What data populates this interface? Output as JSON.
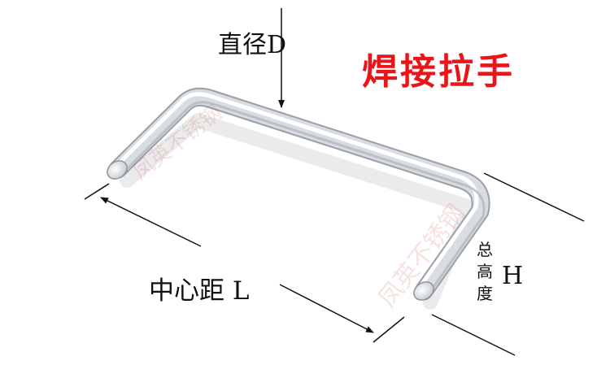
{
  "title": "焊接拉手",
  "colors": {
    "title": "#e8161b",
    "rod": "#cfd3d8",
    "line": "#111111"
  },
  "dimensions": {
    "diameter": "直径D",
    "center_distance": "中心距 L",
    "total_height_chars": [
      "总",
      "高",
      "度"
    ],
    "total_height_letter": "H"
  },
  "watermark": [
    "凤英不锈钢",
    "凤英不锈钢"
  ]
}
